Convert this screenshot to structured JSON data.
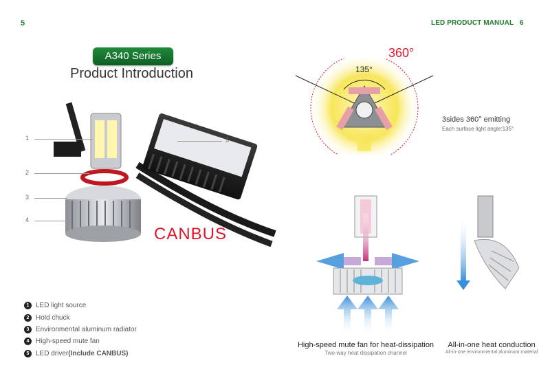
{
  "header": {
    "page_left": "5",
    "led_word": "LED",
    "manual_title": "PRODUCT MANUAL",
    "page_right": "6"
  },
  "product": {
    "series": "A340 Series",
    "title": "Product Introduction",
    "canbus_label": "CANBUS"
  },
  "callouts": [
    "1",
    "2",
    "3",
    "4",
    "5"
  ],
  "legend": [
    {
      "num": "1",
      "text": "LED light source",
      "bold": ""
    },
    {
      "num": "2",
      "text": "Hold chuck",
      "bold": ""
    },
    {
      "num": "3",
      "text": "Environmental aluminum radiator",
      "bold": ""
    },
    {
      "num": "4",
      "text": "High-speed mute fan",
      "bold": ""
    },
    {
      "num": "5",
      "text": "LED driver",
      "bold": "(Include CANBUS)"
    }
  ],
  "emission": {
    "angle_full": "360°",
    "angle_face": "135°",
    "title": "3sides 360° emitting",
    "subtitle": "Each surface light angle:135°"
  },
  "fan_diagram": {
    "title": "High-speed mute fan for heat-dissipation",
    "subtitle": "Two-way heat dissipation channel"
  },
  "conduction": {
    "title": "All-in-one heat conduction",
    "subtitle": "All-in-one environmental aluminum material"
  },
  "colors": {
    "brand_green": "#1e7a2e",
    "accent_red": "#e0172b",
    "glow_yellow": "#f5e04a",
    "airflow_blue": "#3a8fd9",
    "heat_pink": "#c2337a"
  }
}
